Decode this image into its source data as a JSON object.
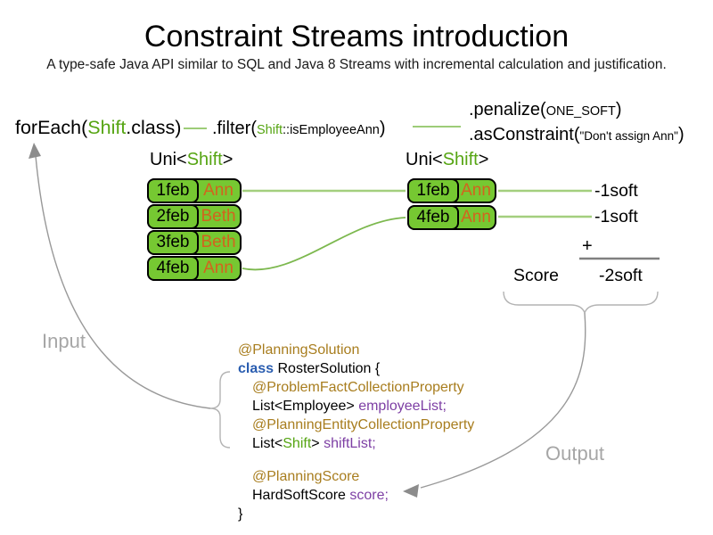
{
  "title": "Constraint Streams introduction",
  "subtitle": "A type-safe Java API similar to SQL and Java 8 Streams with incremental calculation and justification.",
  "pipeline": {
    "foreach": {
      "pre": "forEach(",
      "type": "Shift",
      "post": ".class)"
    },
    "filter": {
      "pre": ".filter(",
      "type": "Shift",
      "arg": "::isEmployeeAnn",
      "post": ")"
    },
    "penalize": {
      "pre": ".penalize(",
      "arg": "ONE_SOFT",
      "post": ")"
    },
    "as_constraint": {
      "pre": ".asConstraint(",
      "arg": "\"Don't assign Ann\"",
      "post": ")"
    }
  },
  "streams": {
    "left": {
      "label": {
        "pre": "Uni<",
        "type": "Shift",
        "post": ">"
      },
      "rows": [
        {
          "date": "1feb",
          "employee": "Ann"
        },
        {
          "date": "2feb",
          "employee": "Beth"
        },
        {
          "date": "3feb",
          "employee": "Beth"
        },
        {
          "date": "4feb",
          "employee": "Ann"
        }
      ]
    },
    "right": {
      "label": {
        "pre": "Uni<",
        "type": "Shift",
        "post": ">"
      },
      "rows": [
        {
          "date": "1feb",
          "employee": "Ann"
        },
        {
          "date": "4feb",
          "employee": "Ann"
        }
      ]
    }
  },
  "scoring": {
    "penalties": [
      "-1soft",
      "-1soft"
    ],
    "plus_sign": "+",
    "score_label": "Score",
    "total": "-2soft"
  },
  "labels": {
    "input": "Input",
    "output": "Output"
  },
  "code": {
    "annotation_solution": "@PlanningSolution",
    "class_keyword": "class",
    "class_rest": " RosterSolution {",
    "annotation_problem_fact": "@ProblemFactCollectionProperty",
    "field_employee_type": "List<Employee> ",
    "field_employee_name": "employeeList;",
    "annotation_planning_entity": "@PlanningEntityCollectionProperty",
    "field_shift_pre": "List<",
    "field_shift_type": "Shift",
    "field_shift_post": "> ",
    "field_shift_name": "shiftList;",
    "annotation_score": "@PlanningScore",
    "field_score_type": "HardSoftScore ",
    "field_score_name": "score;",
    "close_brace": "}"
  },
  "colors": {
    "type_green": "#56a513",
    "box_fill_green": "#76c832",
    "employee_orange": "#d2641e",
    "annotation_brown": "#a87d1e",
    "keyword_blue": "#2a5db0",
    "variable_purple": "#7d3fa4",
    "connector_light_green": "#a3cf7e",
    "arrow_gray": "#999999"
  }
}
